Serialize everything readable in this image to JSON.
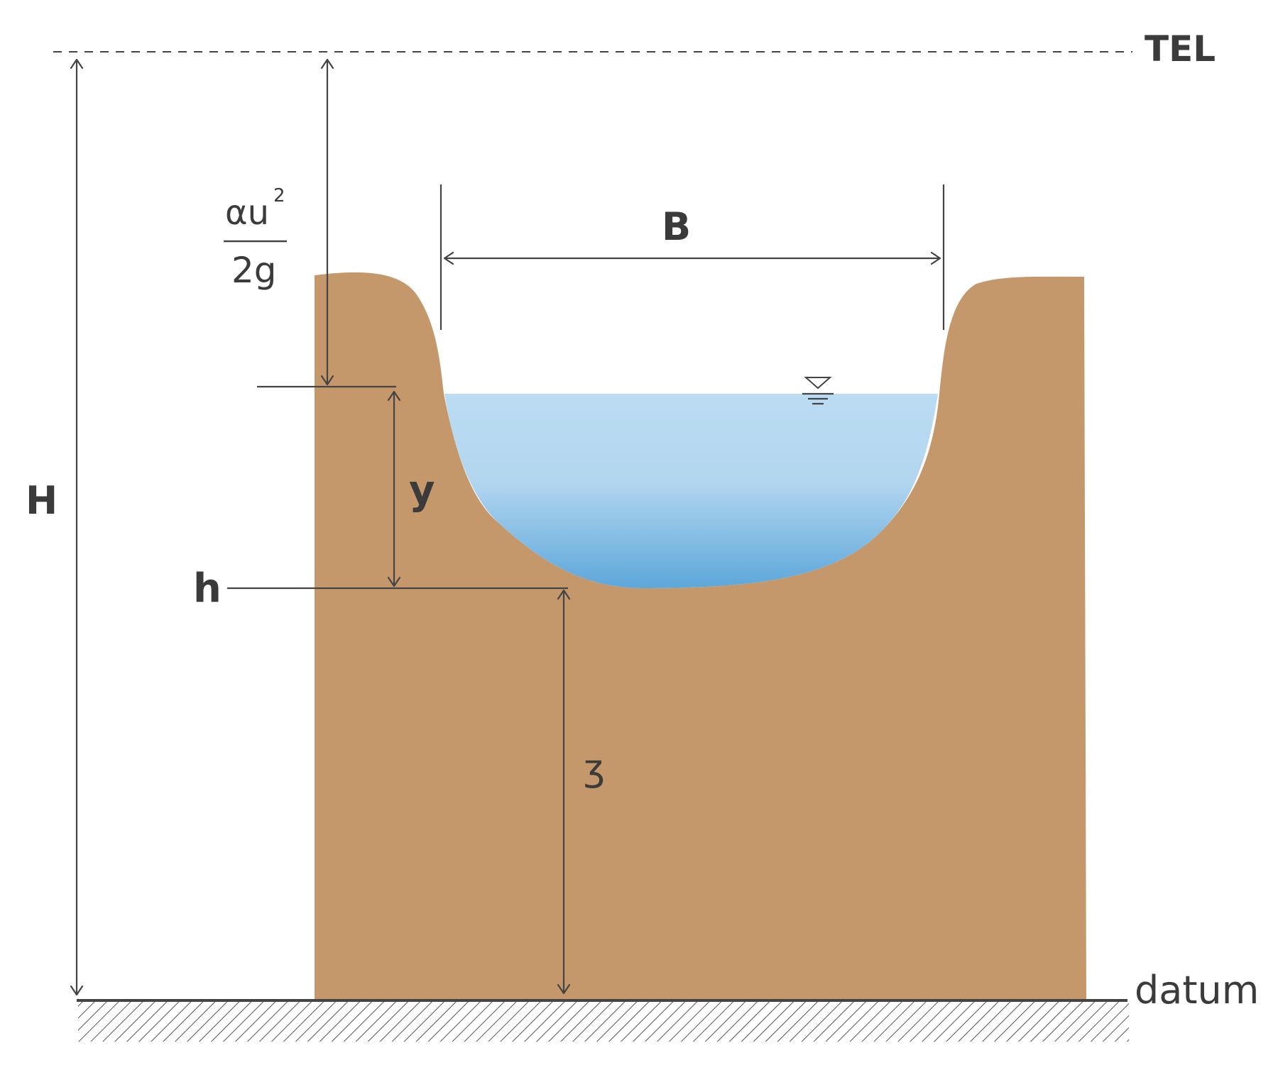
{
  "labels": {
    "tel": "TEL",
    "datum": "datum",
    "total_head": "H",
    "velocity_head_numerator": "αu",
    "velocity_head_exponent": "2",
    "velocity_head_denominator": "2g",
    "top_width": "B",
    "depth": "y",
    "stage": "h",
    "elevation": "ʒ"
  },
  "colors": {
    "soil": "#C4986B",
    "water_top": "#BBDCF2",
    "water_bottom": "#5DA7DA",
    "lines": "#444444",
    "text": "#3B3B3B"
  },
  "icons": {
    "water_surface": "water-surface-triangle-icon"
  }
}
